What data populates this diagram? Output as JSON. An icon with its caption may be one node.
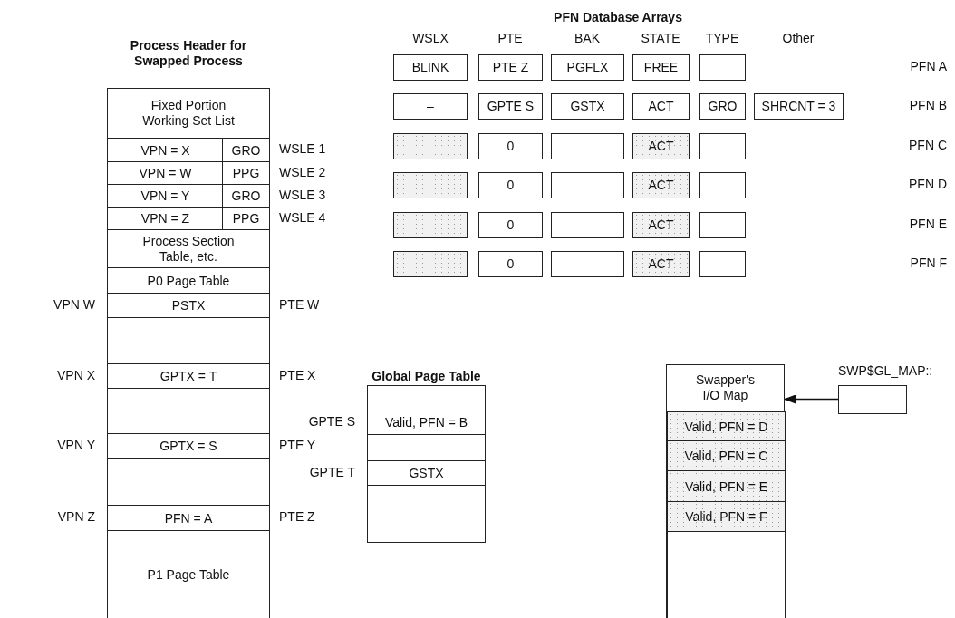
{
  "diagram": {
    "nodes": [
      {
        "text": [
          "Process Header for Swapped Process"
        ]
      },
      {
        "text": [
          "Fixed Portion Working Set List"
        ],
        "in": 0
      },
      {
        "text": [
          "VPN = X"
        ],
        "in": 0
      },
      {
        "text": [
          "GRO"
        ],
        "in": 0,
        "beside": [
          "WSLE 1"
        ]
      },
      {
        "text": [
          "VPN = W"
        ],
        "in": 0
      },
      {
        "text": [
          "PPG"
        ],
        "in": 0,
        "beside": [
          "WSLE 2"
        ]
      },
      {
        "text": [
          "VPN = Y"
        ],
        "in": 0
      },
      {
        "text": [
          "GRO"
        ],
        "in": 0,
        "beside": [
          "WSLE 3"
        ]
      },
      {
        "text": [
          "VPN = Z"
        ],
        "in": 0
      },
      {
        "text": [
          "PPG"
        ],
        "in": 0,
        "beside": [
          "WSLE 4"
        ]
      },
      {
        "text": [
          "Process Section Table, etc."
        ],
        "in": 0
      },
      {
        "text": [
          "P0 Page Table"
        ],
        "in": 0
      },
      {
        "text": [
          "PSTX"
        ],
        "in": 0,
        "beside": [
          "VPN W",
          "PTE W"
        ]
      },
      {
        "text": [],
        "shape": "box",
        "in": 0
      },
      {
        "text": [
          "GPTX = T"
        ],
        "in": 0,
        "beside": [
          "VPN X",
          "PTE X"
        ]
      },
      {
        "text": [],
        "shape": "box",
        "in": 0
      },
      {
        "text": [
          "GPTX = S"
        ],
        "in": 0,
        "beside": [
          "VPN Y",
          "PTE Y"
        ]
      },
      {
        "text": [],
        "shape": "box",
        "in": 0
      },
      {
        "text": [
          "PFN = A"
        ],
        "in": 0,
        "beside": [
          "VPN Z",
          "PTE Z"
        ]
      },
      {
        "text": [
          "P1 Page Table"
        ],
        "in": 0
      },
      {
        "text": [
          "BLINK"
        ]
      },
      {
        "text": [
          "PTE Z"
        ]
      },
      {
        "text": [
          "PGFLX"
        ]
      },
      {
        "text": [
          "FREE"
        ]
      },
      {
        "text": [],
        "shape": "box"
      },
      {
        "text": [
          "–"
        ]
      },
      {
        "text": [
          "GPTE S"
        ]
      },
      {
        "text": [
          "GSTX"
        ]
      },
      {
        "text": [
          "ACT"
        ]
      },
      {
        "text": [
          "GRO"
        ]
      },
      {
        "text": [
          "SHRCNT = 3"
        ]
      },
      {
        "text": [],
        "shape": "box"
      },
      {
        "text": [
          "0"
        ]
      },
      {
        "text": [],
        "shape": "box"
      },
      {
        "text": [
          "ACT"
        ]
      },
      {
        "text": [],
        "shape": "box"
      },
      {
        "text": [],
        "shape": "box"
      },
      {
        "text": [
          "0"
        ]
      },
      {
        "text": [],
        "shape": "box"
      },
      {
        "text": [
          "ACT"
        ]
      },
      {
        "text": [],
        "shape": "box"
      },
      {
        "text": [],
        "shape": "box"
      },
      {
        "text": [
          "0"
        ]
      },
      {
        "text": [],
        "shape": "box"
      },
      {
        "text": [
          "ACT"
        ]
      },
      {
        "text": [],
        "shape": "box"
      },
      {
        "text": [],
        "shape": "box"
      },
      {
        "text": [
          "0"
        ]
      },
      {
        "text": [],
        "shape": "box"
      },
      {
        "text": [
          "ACT"
        ]
      },
      {
        "text": [],
        "shape": "box"
      },
      {
        "text": [
          "Global Page Table"
        ]
      },
      {
        "text": [],
        "shape": "box",
        "in": 51
      },
      {
        "text": [
          "Valid, PFN = B"
        ],
        "in": 51,
        "beside": [
          "GPTE S"
        ]
      },
      {
        "text": [],
        "shape": "box",
        "in": 51
      },
      {
        "text": [
          "GSTX"
        ],
        "in": 51,
        "beside": [
          "GPTE T"
        ]
      },
      {
        "text": [],
        "shape": "box",
        "in": 51
      },
      {
        "text": [
          "Swapper's I/O Map"
        ]
      },
      {
        "text": [
          "Valid, PFN = D"
        ],
        "in": 57
      },
      {
        "text": [
          "Valid, PFN = C"
        ],
        "in": 57
      },
      {
        "text": [
          "Valid, PFN = E"
        ],
        "in": 57
      },
      {
        "text": [
          "Valid, PFN = F"
        ],
        "in": 57
      },
      {
        "text": [],
        "shape": "box",
        "in": 57
      },
      {
        "text": [],
        "shape": "box",
        "beside": [
          "SWP$GL_MAP::"
        ]
      }
    ],
    "edges": [
      {
        "from": 63,
        "to": 57,
        "arrow": "to"
      }
    ],
    "labels": [
      "PFN Database Arrays",
      "WSLX",
      "PTE",
      "BAK",
      "STATE",
      "TYPE",
      "Other",
      "PFN A",
      "PFN B",
      "PFN C",
      "PFN D",
      "PFN E",
      "PFN F"
    ]
  }
}
